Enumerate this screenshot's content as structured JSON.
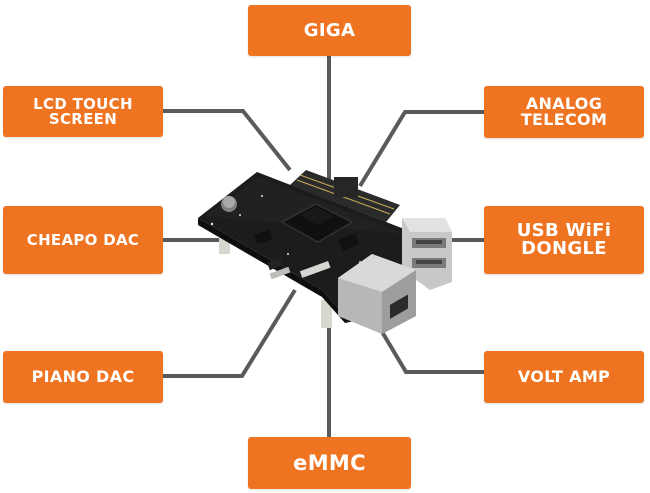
{
  "labels": {
    "giga": "GIGA",
    "lcd_touch_screen": "LCD TOUCH\nSCREEN",
    "analog_telecom": "ANALOG\nTELECOM",
    "cheapo_dac": "CHEAPO DAC",
    "usb_wifi_dongle": "USB WiFi\nDONGLE",
    "piano_dac": "PIANO DAC",
    "volt_amp": "VOLT AMP",
    "emmc": "eMMC"
  },
  "colors": {
    "label_bg": "#ef7421",
    "label_text": "#ffffff",
    "connector": "#5a5a5a",
    "board": "#1b1d1c"
  }
}
